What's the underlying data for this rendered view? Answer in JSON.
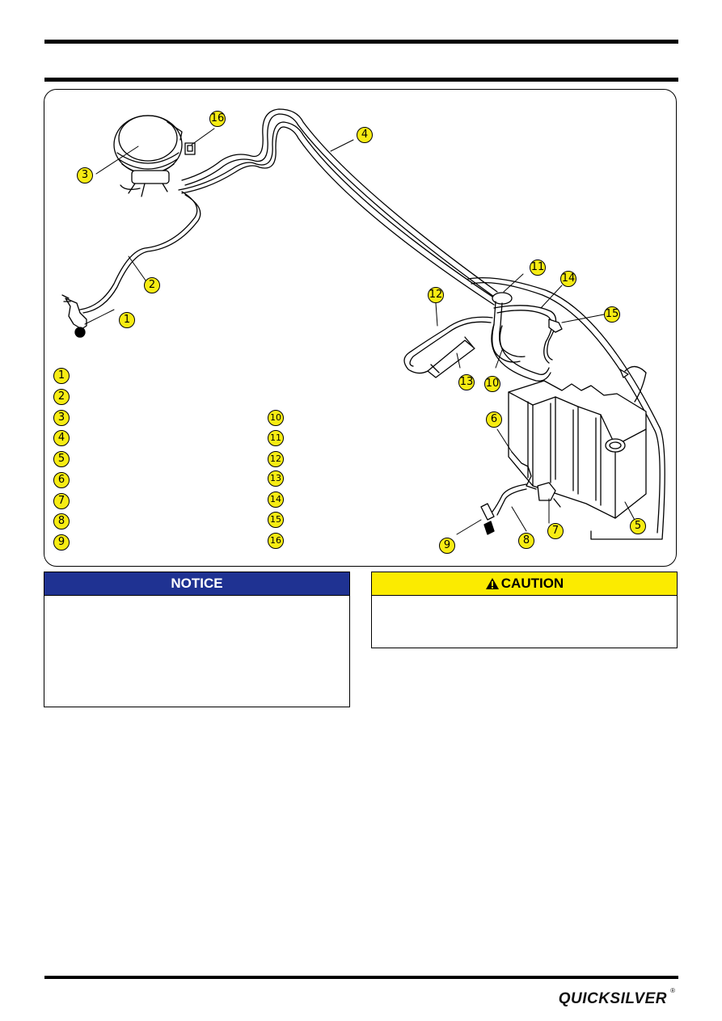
{
  "callouts": [
    "1",
    "2",
    "3",
    "4",
    "5",
    "6",
    "7",
    "8",
    "9",
    "10",
    "11",
    "12",
    "13",
    "14",
    "15",
    "16"
  ],
  "legend": {
    "left": [
      "1",
      "2",
      "3",
      "4",
      "5",
      "6",
      "7",
      "8",
      "9"
    ],
    "right": [
      "10",
      "11",
      "12",
      "13",
      "14",
      "15",
      "16"
    ]
  },
  "notice": {
    "title": "NOTICE",
    "color": "#1f3292"
  },
  "caution": {
    "title": "CAUTION",
    "color": "#fbeb00",
    "icon": "warning-triangle-icon"
  },
  "footer": {
    "brand": "QUICKSILVER",
    "reg_mark": "®"
  }
}
